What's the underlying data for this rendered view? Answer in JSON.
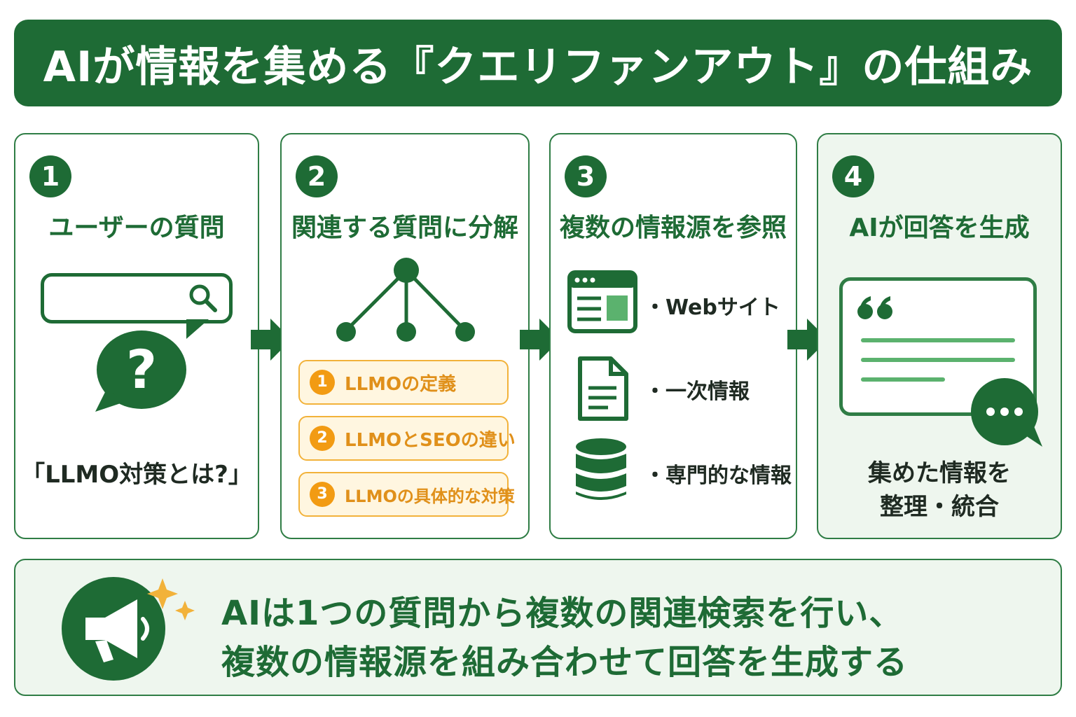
{
  "title": "AIが情報を集める『クエリファンアウト』の仕組み",
  "colors": {
    "primary": "#1e6b35",
    "accent_orange": "#f29b13",
    "tint": "#eef6ee"
  },
  "steps": [
    {
      "number": "1",
      "title": "ユーザーの質問",
      "question": "「LLMO対策とは?」",
      "icons": [
        "search-icon",
        "question-bubble-icon"
      ]
    },
    {
      "number": "2",
      "title": "関連する質問に分解",
      "subqueries": [
        {
          "number": "1",
          "label": "LLMOの定義"
        },
        {
          "number": "2",
          "label": "LLMOとSEOの違い"
        },
        {
          "number": "3",
          "label": "LLMOの具体的な対策"
        }
      ],
      "icons": [
        "tree-branch-icon"
      ]
    },
    {
      "number": "3",
      "title": "複数の情報源を参照",
      "sources": [
        {
          "label": "Webサイト",
          "icon": "browser-window-icon"
        },
        {
          "label": "一次情報",
          "icon": "document-icon"
        },
        {
          "label": "専門的な情報",
          "icon": "database-icon"
        }
      ]
    },
    {
      "number": "4",
      "title": "AIが回答を生成",
      "summary": [
        "集めた情報を",
        "整理・統合"
      ],
      "icons": [
        "quote-icon",
        "chat-bubble-icon"
      ]
    }
  ],
  "bottom": {
    "line1": "AIは1つの質問から複数の関連検索を行い、",
    "line2": "複数の情報源を組み合わせて回答を生成する",
    "icon": "megaphone-icon"
  }
}
